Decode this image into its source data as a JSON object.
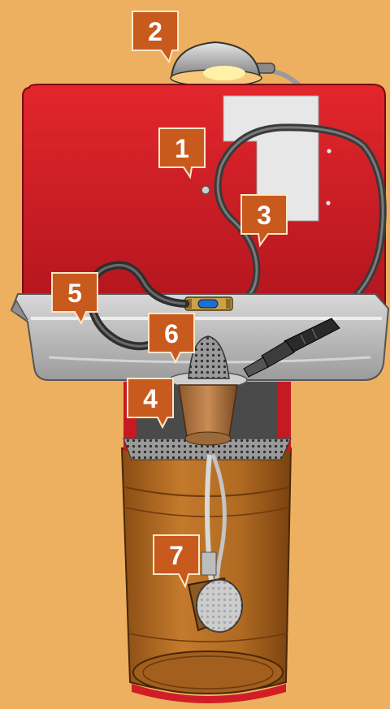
{
  "colors": {
    "background": "#EDB060",
    "cabinet_red": "#D11E26",
    "callout_orange": "#C85A1E",
    "tray_gray": "#BDBDBD",
    "bucket_brown": "#B06A22"
  },
  "callouts": [
    {
      "label": "1",
      "part": "button"
    },
    {
      "label": "2",
      "part": "lamp"
    },
    {
      "label": "3",
      "part": "hose"
    },
    {
      "label": "4",
      "part": "capsule"
    },
    {
      "label": "5",
      "part": "cable"
    },
    {
      "label": "6",
      "part": "filter-cone"
    },
    {
      "label": "7",
      "part": "sprinkler-head"
    }
  ]
}
